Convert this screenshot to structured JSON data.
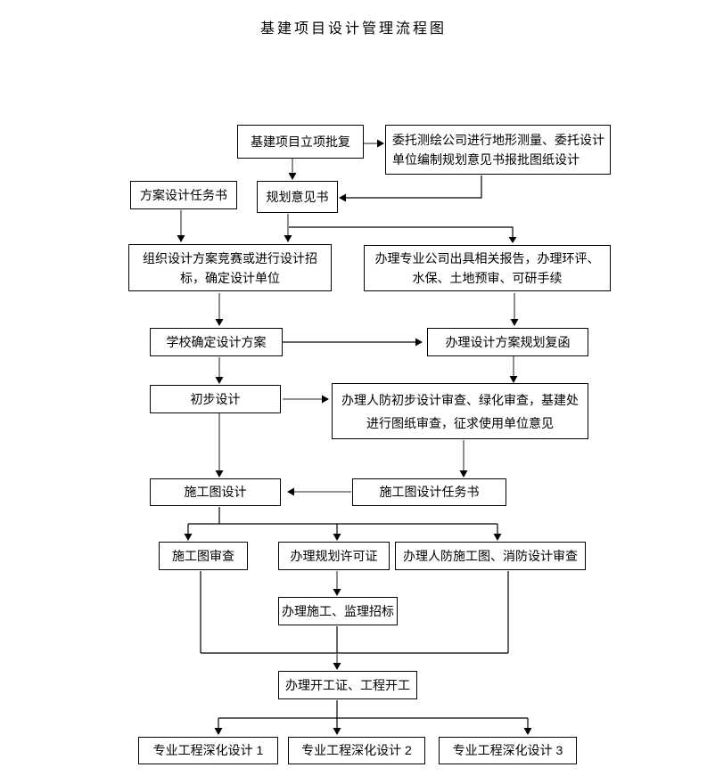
{
  "title": "基建项目设计管理流程图",
  "nodes": [
    {
      "id": "lixiang-pifu",
      "lines": [
        "基建项目立项批复"
      ]
    },
    {
      "id": "weituo-cehui",
      "lines": [
        "委托测绘公司进行地形测量、委托设计",
        "单位编制规划意见书报批图纸设计"
      ]
    },
    {
      "id": "fangan-renwushu",
      "lines": [
        "方案设计任务书"
      ]
    },
    {
      "id": "guihua-yijianshu",
      "lines": [
        "规划意见书"
      ]
    },
    {
      "id": "sheji-jingsai",
      "lines": [
        "组织设计方案竞赛或进行设计招",
        "标，确定设计单位"
      ]
    },
    {
      "id": "zhuanye-baogao",
      "lines": [
        "办理专业公司出具相关报告，办理环评、",
        "水保、土地预审、可研手续"
      ]
    },
    {
      "id": "xuexiao-queding",
      "lines": [
        "学校确定设计方案"
      ]
    },
    {
      "id": "guihua-fuhan",
      "lines": [
        "办理设计方案规划复函"
      ]
    },
    {
      "id": "chubu-sheji",
      "lines": [
        "初步设计"
      ]
    },
    {
      "id": "renfang-chubu",
      "lines": [
        "办理人防初步设计审查、绿化审查，基建处",
        "进行图纸审查，征求使用单位意见"
      ]
    },
    {
      "id": "shigongtu-sheji",
      "lines": [
        "施工图设计"
      ]
    },
    {
      "id": "shigongtu-renwushu",
      "lines": [
        "施工图设计任务书"
      ]
    },
    {
      "id": "shigongtu-shencha",
      "lines": [
        "施工图审查"
      ]
    },
    {
      "id": "guihua-xukezheng",
      "lines": [
        "办理规划许可证"
      ]
    },
    {
      "id": "renfang-xiaofang",
      "lines": [
        "办理人防施工图、消防设计审查"
      ]
    },
    {
      "id": "jianli-zhaobiao",
      "lines": [
        "办理施工、监理招标"
      ]
    },
    {
      "id": "kaigong",
      "lines": [
        "办理开工证、工程开工"
      ]
    },
    {
      "id": "shenhua-sheji-1",
      "lines": [
        "专业工程深化设计 1"
      ]
    },
    {
      "id": "shenhua-sheji-2",
      "lines": [
        "专业工程深化设计 2"
      ]
    },
    {
      "id": "shenhua-sheji-3",
      "lines": [
        "专业工程深化设计 3"
      ]
    }
  ],
  "colors": {
    "background": "#ffffff",
    "box_border": "#000000",
    "text": "#000000",
    "connector_gray": "#808080",
    "connector_black": "#000000"
  }
}
